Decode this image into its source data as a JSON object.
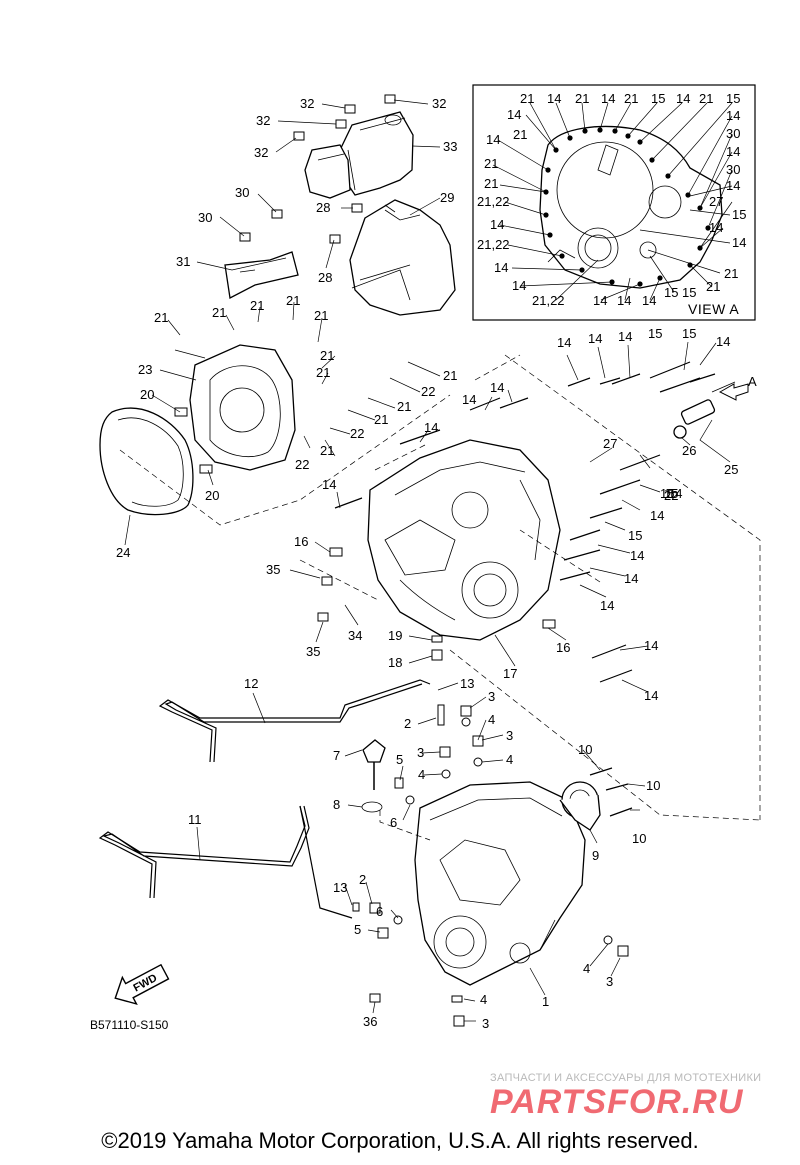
{
  "view_a": {
    "title": "VIEW A",
    "labels": [
      "21",
      "14",
      "21",
      "14",
      "21",
      "15",
      "14",
      "21",
      "15",
      "14",
      "14",
      "30",
      "14",
      "21",
      "30",
      "14",
      "21",
      "14",
      "21",
      "27",
      "15",
      "14",
      "14",
      "21",
      "21",
      "15",
      "21,22",
      "14",
      "21,22",
      "14",
      "14",
      "21,22",
      "14",
      "14",
      "14",
      "15"
    ]
  },
  "callouts": [
    "32",
    "32",
    "32",
    "32",
    "33",
    "30",
    "30",
    "31",
    "28",
    "28",
    "29",
    "21",
    "21",
    "21",
    "21",
    "21",
    "21",
    "21",
    "21",
    "21",
    "21",
    "21",
    "23",
    "20",
    "20",
    "24",
    "22",
    "22",
    "22",
    "22",
    "14",
    "14",
    "14",
    "15",
    "15",
    "14",
    "14",
    "14",
    "14",
    "14",
    "14",
    "15",
    "15",
    "14",
    "14",
    "14",
    "14",
    "14",
    "14",
    "15",
    "27",
    "26",
    "25",
    "A",
    "16",
    "16",
    "35",
    "35",
    "34",
    "19",
    "18",
    "17",
    "12",
    "13",
    "13",
    "2",
    "2",
    "3",
    "3",
    "3",
    "3",
    "3",
    "4",
    "4",
    "4",
    "4",
    "4",
    "7",
    "8",
    "5",
    "5",
    "6",
    "6",
    "11",
    "10",
    "10",
    "10",
    "9",
    "1",
    "36"
  ],
  "fwd_label": "FWD",
  "drawing_code": "B571110-S150",
  "watermark": {
    "subtitle": "ЗАПЧАСТИ И АКСЕССУАРЫ ДЛЯ МОТОТЕХНИКИ",
    "logo": "PARTSFOR.RU",
    "color": "#f06a72"
  },
  "copyright": "©2019 Yamaha Motor Corporation, U.S.A. All rights reserved."
}
